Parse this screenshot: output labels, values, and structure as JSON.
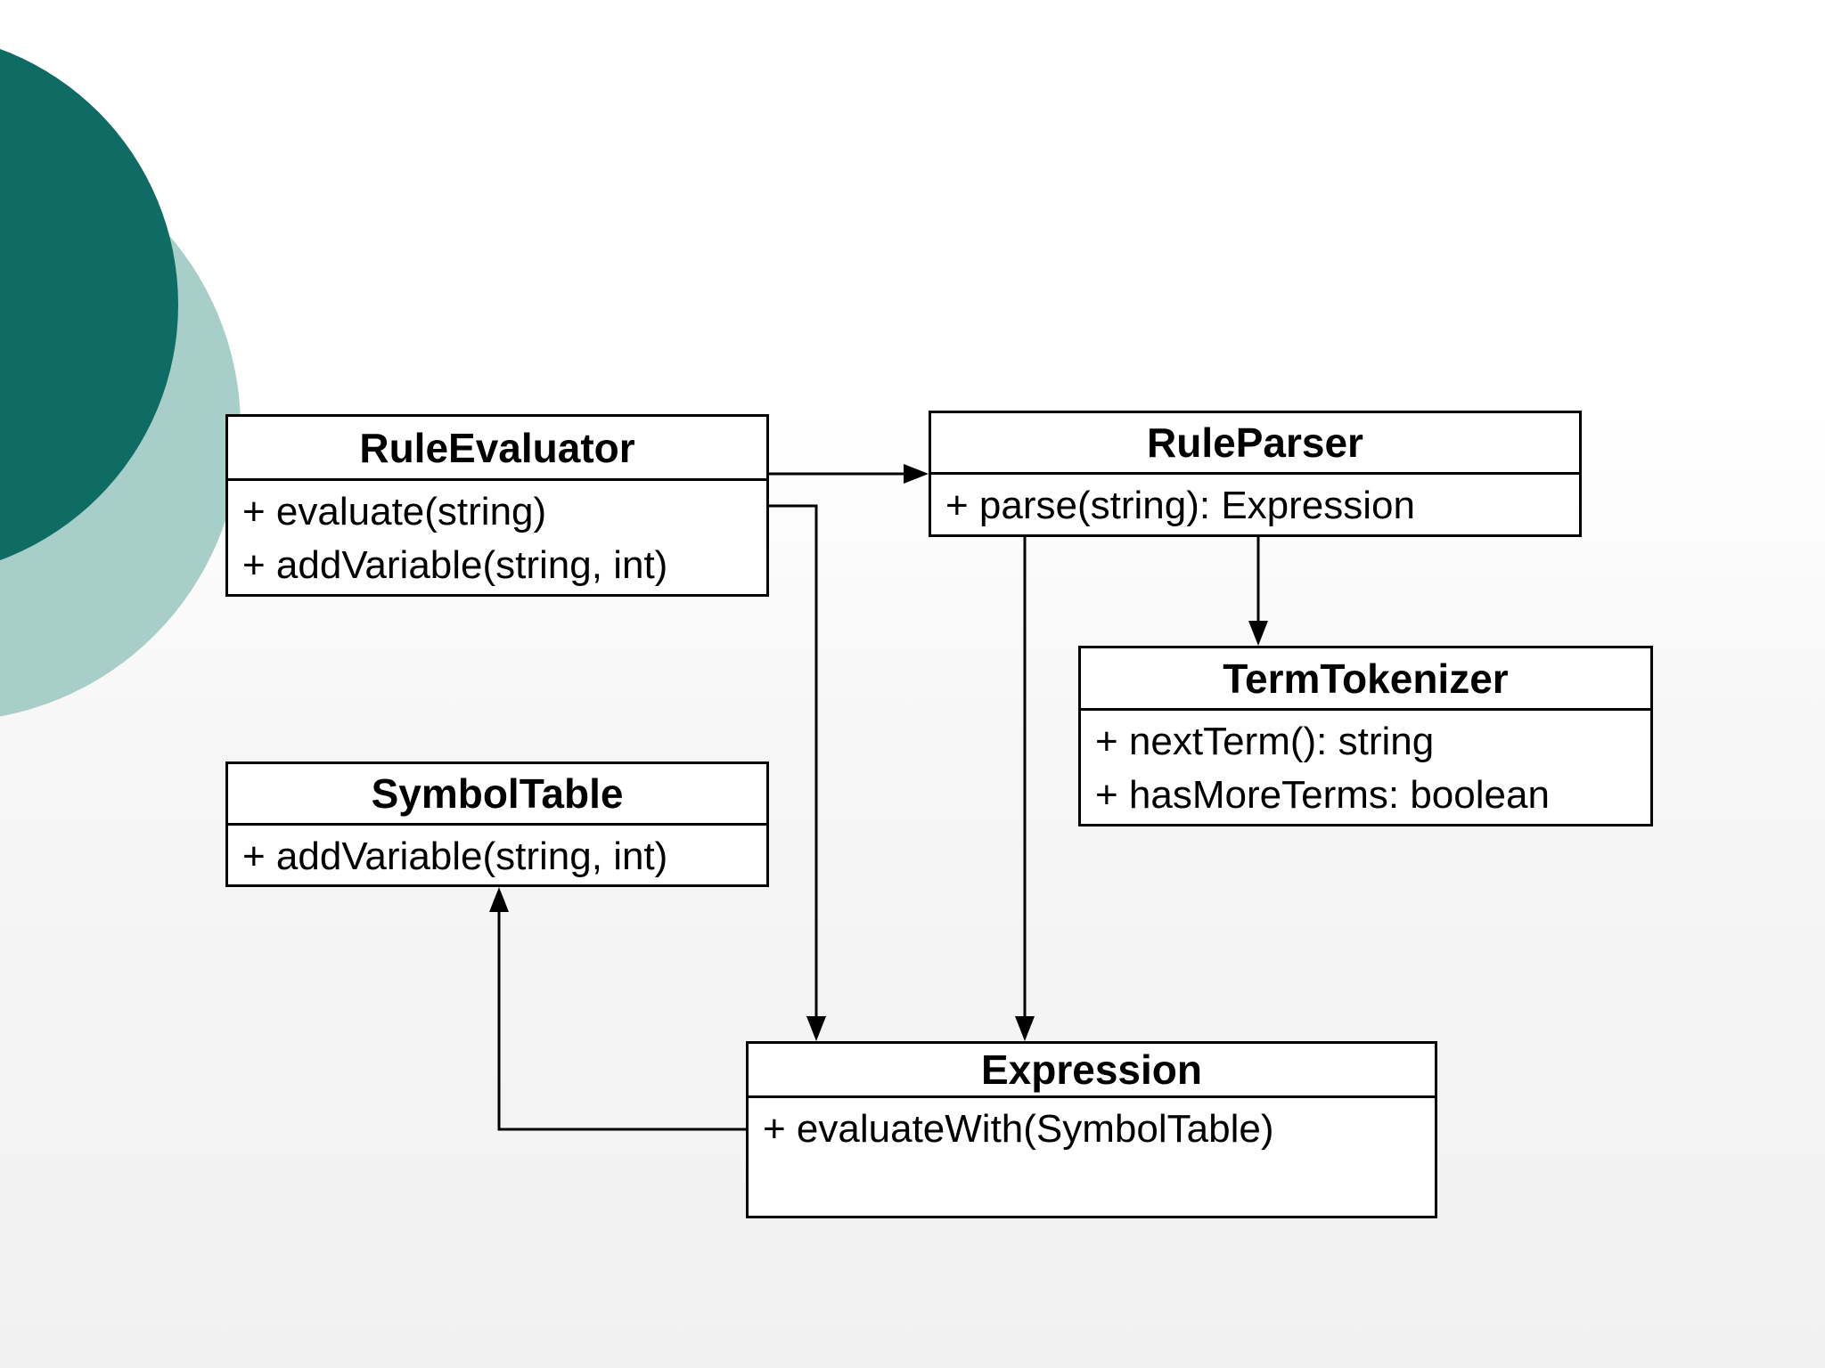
{
  "diagram": {
    "kind": "uml-class-diagram",
    "classes": [
      {
        "name": "RuleEvaluator",
        "methods": [
          "+ evaluate(string)",
          "+ addVariable(string, int)"
        ]
      },
      {
        "name": "RuleParser",
        "methods": [
          "+ parse(string): Expression"
        ]
      },
      {
        "name": "TermTokenizer",
        "methods": [
          "+ nextTerm(): string",
          "+ hasMoreTerms: boolean"
        ]
      },
      {
        "name": "SymbolTable",
        "methods": [
          "+ addVariable(string, int)"
        ]
      },
      {
        "name": "Expression",
        "methods": [
          "+ evaluateWith(SymbolTable)"
        ]
      }
    ],
    "relations": [
      {
        "from": "RuleEvaluator",
        "to": "RuleParser"
      },
      {
        "from": "RuleEvaluator",
        "to": "Expression"
      },
      {
        "from": "RuleParser",
        "to": "Expression"
      },
      {
        "from": "RuleParser",
        "to": "TermTokenizer"
      },
      {
        "from": "Expression",
        "to": "SymbolTable"
      }
    ],
    "colors": {
      "box_border": "#000000",
      "box_fill": "#ffffff",
      "connector": "#000000",
      "decorative_circle_dark": "#0e6c64",
      "decorative_circle_light": "#a7cec8",
      "background": "#ffffff"
    }
  }
}
